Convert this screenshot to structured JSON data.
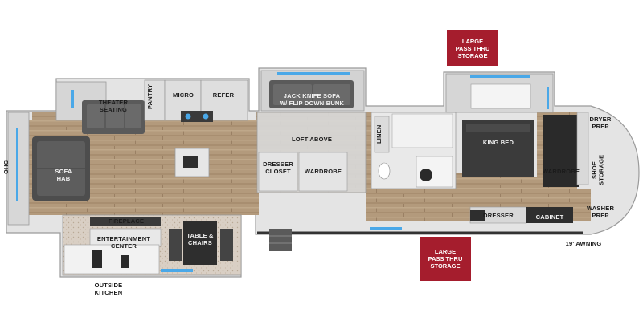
{
  "labels": {
    "pass_thru_top": "LARGE\nPASS THRU\nSTORAGE",
    "pass_thru_bottom": "LARGE\nPASS THRU\nSTORAGE",
    "theater_seating": "THEATER\nSEATING",
    "pantry": "PANTRY",
    "micro": "MICRO",
    "refer": "REFER",
    "jack_knife_sofa": "JACK KNIFE SOFA\nW/ FLIP DOWN BUNK",
    "loft_above": "LOFT ABOVE",
    "dresser_closet": "DRESSER\nCLOSET",
    "wardrobe_mid": "WARDROBE",
    "linen": "LINEN",
    "king_bed": "KING BED",
    "dryer_prep": "DRYER\nPREP",
    "shoe_storage": "SHOE STORAGE",
    "wardrobe_bedroom": "WARDROBE",
    "washer_prep": "WASHER\nPREP",
    "dresser_bedroom": "DRESSER",
    "cabinet": "CABINET",
    "awning": "19' AWNING",
    "ohc": "OHC",
    "sofa_hab": "SOFA\nHAB",
    "fireplace": "FIREPLACE",
    "entertainment_center": "ENTERTAINMENT CENTER",
    "table_chairs": "TABLE &\nCHAIRS",
    "outside_kitchen": "OUTSIDE KITCHEN"
  },
  "colors": {
    "floor": "#b39a7c",
    "wall": "#e2e2e2",
    "furniture_dark": "#4a4a4a",
    "cabinet_light": "#dcdcdc",
    "window": "#4aa8e8",
    "storage_tag": "#a51d2d"
  }
}
